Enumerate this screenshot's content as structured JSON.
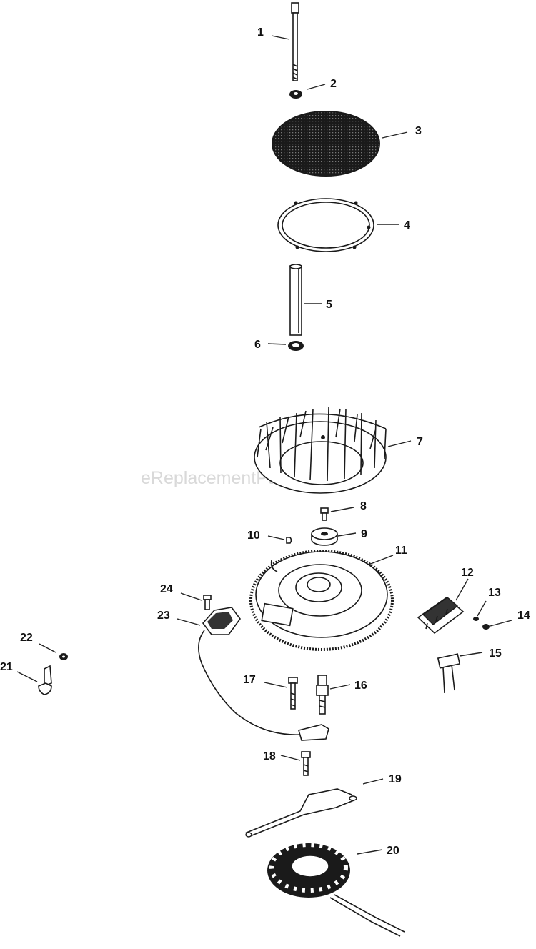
{
  "watermark": "eReplacementParts.com",
  "labels": {
    "p1": "1",
    "p2": "2",
    "p3": "3",
    "p4": "4",
    "p5": "5",
    "p6": "6",
    "p7": "7",
    "p8": "8",
    "p9": "9",
    "p10": "10",
    "p11": "11",
    "p12": "12",
    "p13": "13",
    "p14": "14",
    "p15": "15",
    "p16": "16",
    "p17": "17",
    "p18": "18",
    "p19": "19",
    "p20": "20",
    "p21": "21",
    "p22": "22",
    "p23": "23",
    "p24": "24"
  }
}
